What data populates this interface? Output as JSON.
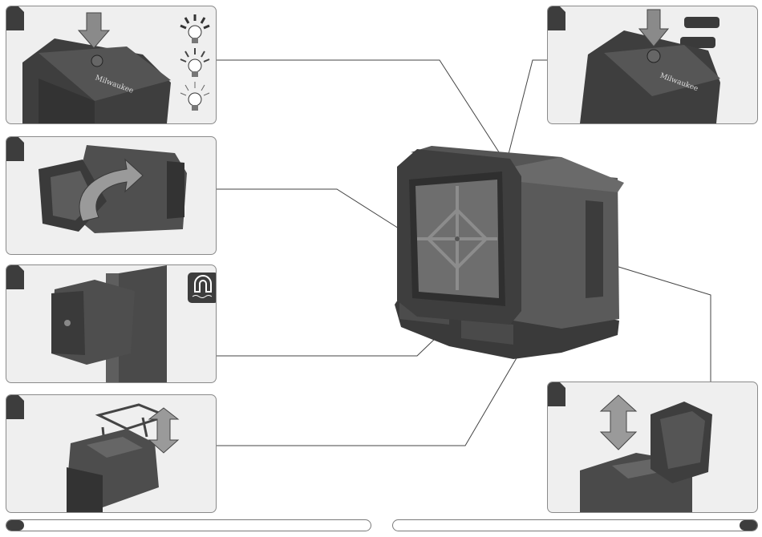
{
  "page": {
    "type": "product illustration sheet"
  },
  "brand": {
    "logo_text": "Milwaukee"
  },
  "panels": [
    {
      "id": "power-button",
      "icons": [
        "bulb-high-icon",
        "bulb-medium-icon",
        "bulb-low-icon"
      ]
    },
    {
      "id": "rotate-head",
      "icons": [
        "rotate-arrow-icon"
      ]
    },
    {
      "id": "magnetic-mount",
      "icons": [
        "magnet-icon"
      ]
    },
    {
      "id": "hanging-hook",
      "icons": [
        "up-down-arrow-icon"
      ]
    },
    {
      "id": "mode-button",
      "icons": [
        "mode-indicator-pill",
        "mode-indicator-pill"
      ]
    },
    {
      "id": "battery-insert",
      "icons": [
        "up-down-arrow-icon"
      ]
    }
  ],
  "colors": {
    "tab": "#3d3d3d",
    "panel_bg": "#efefef",
    "tool_dark": "#3e3e3e",
    "tool_mid": "#5a5a5a",
    "tool_light": "#7a7a7a"
  }
}
